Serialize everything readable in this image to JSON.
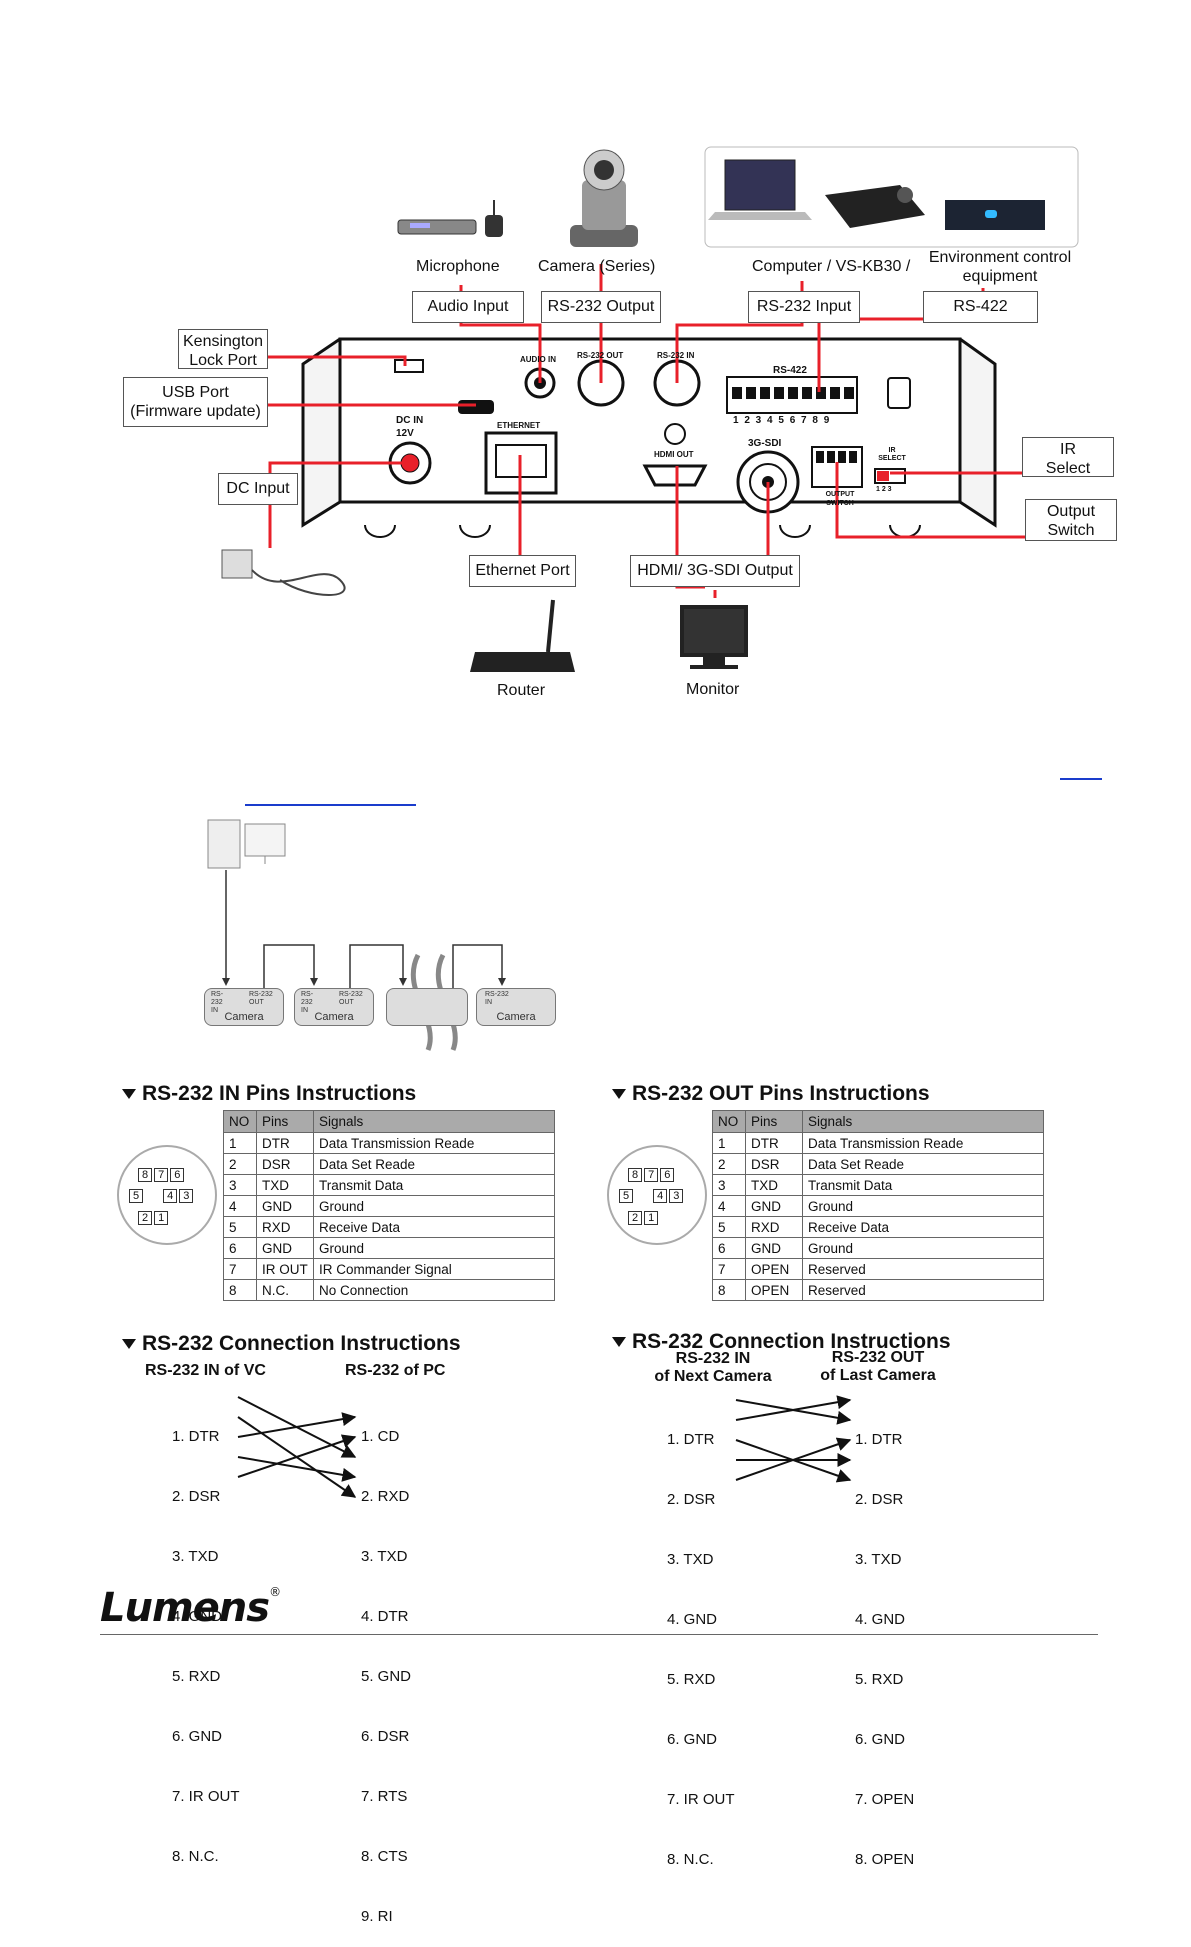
{
  "devices": {
    "microphone": "Microphone",
    "camera": "Camera  (Series)",
    "computer": "Computer / VS-KB30  /",
    "environment": "Environment control equipment",
    "router": "Router",
    "monitor": "Monitor"
  },
  "port_labels": {
    "audio_input": "Audio Input",
    "rs232_output": "RS-232 Output",
    "rs232_input": "RS-232 Input",
    "rs422": "RS-422",
    "kensington_1": "Kensington",
    "kensington_2": "Lock Port",
    "usb_1": "USB Port",
    "usb_2": "(Firmware update)",
    "dc_input": "DC Input",
    "ir_select_1": "IR",
    "ir_select_2": "Select",
    "output_switch_1": "Output",
    "output_switch_2": "Switch",
    "ethernet_port": "Ethernet Port",
    "hdmi_sdi": "HDMI/ 3G-SDI Output"
  },
  "panel_text": {
    "audio_in": "AUDIO IN",
    "rs232_out": "RS-232 OUT",
    "rs232_in": "RS-232 IN",
    "rs422": "RS-422",
    "pin_numbers": "1 2 3 4 5 6 7 8 9",
    "dc_in": "DC IN",
    "dc_v": "12V",
    "ethernet": "ETHERNET",
    "hdmi_out": "HDMI OUT",
    "sdi": "3G-SDI",
    "output_switch": "OUTPUT SWITCH",
    "ir_select": "IR SELECT",
    "ir_nums": "1 2 3"
  },
  "daisy": {
    "rs232_in": "RS-232 IN",
    "rs232_out": "RS-232 OUT",
    "camera": "Camera"
  },
  "rs232_in_pins": {
    "title": "RS-232 IN Pins Instructions",
    "headers": [
      "NO",
      "Pins",
      "Signals"
    ],
    "rows": [
      [
        "1",
        "DTR",
        "Data Transmission Reade"
      ],
      [
        "2",
        "DSR",
        "Data Set Reade"
      ],
      [
        "3",
        "TXD",
        "Transmit Data"
      ],
      [
        "4",
        "GND",
        "Ground"
      ],
      [
        "5",
        "RXD",
        "Receive Data"
      ],
      [
        "6",
        "GND",
        "Ground"
      ],
      [
        "7",
        "IR OUT",
        "IR Commander Signal"
      ],
      [
        "8",
        "N.C.",
        "No Connection"
      ]
    ]
  },
  "rs232_out_pins": {
    "title": "RS-232 OUT Pins Instructions",
    "headers": [
      "NO",
      "Pins",
      "Signals"
    ],
    "rows": [
      [
        "1",
        "DTR",
        "Data Transmission Reade"
      ],
      [
        "2",
        "DSR",
        "Data Set Reade"
      ],
      [
        "3",
        "TXD",
        "Transmit Data"
      ],
      [
        "4",
        "GND",
        "Ground"
      ],
      [
        "5",
        "RXD",
        "Receive Data"
      ],
      [
        "6",
        "GND",
        "Ground"
      ],
      [
        "7",
        "OPEN",
        "Reserved"
      ],
      [
        "8",
        "OPEN",
        "Reserved"
      ]
    ]
  },
  "connector_pins": [
    "8",
    "7",
    "6",
    "5",
    "4",
    "3",
    "2",
    "1"
  ],
  "conn_left": {
    "title": "RS-232 Connection Instructions",
    "head_a": "RS-232 IN of VC",
    "head_b": "RS-232 of PC",
    "list_a": [
      "1. DTR",
      "2. DSR",
      "3. TXD",
      "4. GND",
      "5. RXD",
      "6. GND",
      "7. IR OUT",
      "8. N.C."
    ],
    "list_b": [
      "1. CD",
      "2. RXD",
      "3. TXD",
      "4. DTR",
      "5. GND",
      "6. DSR",
      "7. RTS",
      "8. CTS",
      "9. RI"
    ]
  },
  "conn_right": {
    "title": "RS-232 Connection Instructions",
    "head_a1": "RS-232 IN",
    "head_a2": "of Next Camera",
    "head_b1": "RS-232 OUT",
    "head_b2": "of Last Camera",
    "list_a": [
      "1. DTR",
      "2. DSR",
      "3. TXD",
      "4. GND",
      "5. RXD",
      "6. GND",
      "7. IR OUT",
      "8. N.C."
    ],
    "list_b": [
      "1. DTR",
      "2. DSR",
      "3. TXD",
      "4. GND",
      "5. RXD",
      "6. GND",
      "7. OPEN",
      "8. OPEN"
    ]
  },
  "brand": "Lumens",
  "brand_mark": "®",
  "colors": {
    "wire": "#e8202a",
    "panel": "#111111",
    "table_header": "#aaaaaa"
  }
}
